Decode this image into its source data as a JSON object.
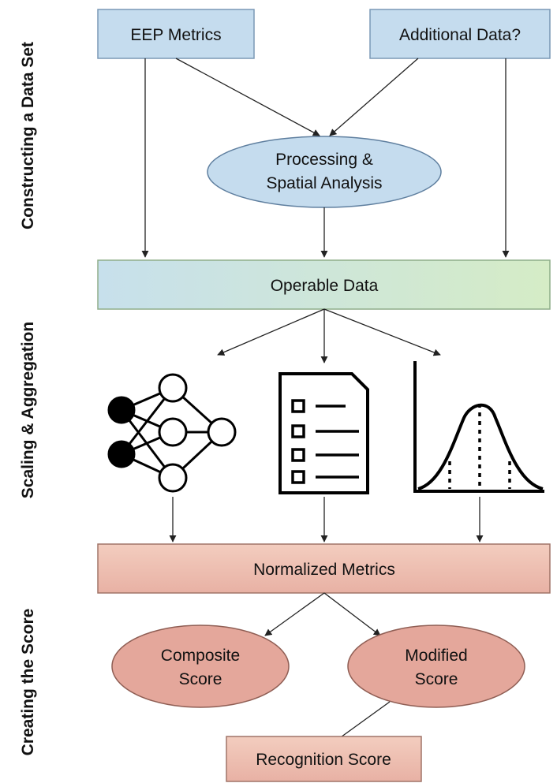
{
  "sections": {
    "constructing": "Constructing a Data Set",
    "scaling": "Scaling & Aggregation",
    "creating": "Creating the Score"
  },
  "nodes": {
    "eep_metrics": "EEP Metrics",
    "additional_data": "Additional Data?",
    "processing_line1": "Processing &",
    "processing_line2": "Spatial Analysis",
    "operable_data": "Operable Data",
    "normalized_metrics": "Normalized Metrics",
    "composite_line1": "Composite",
    "composite_line2": "Score",
    "modified_line1": "Modified",
    "modified_line2": "Score",
    "recognition_score": "Recognition Score"
  },
  "icons": [
    "neural-network-icon",
    "document-list-icon",
    "bell-curve-icon"
  ],
  "colors": {
    "blue_fill": "#c5dcee",
    "blue_stroke": "#7a98b5",
    "green_fill_left": "#c7e0ec",
    "green_fill_right": "#d5ecc6",
    "green_stroke": "#8fae8a",
    "red_fill_top": "#f0c4b8",
    "red_stroke": "#a07568",
    "ellipse_blue": "#c5dcee",
    "ellipse_red": "#e4a79b"
  }
}
